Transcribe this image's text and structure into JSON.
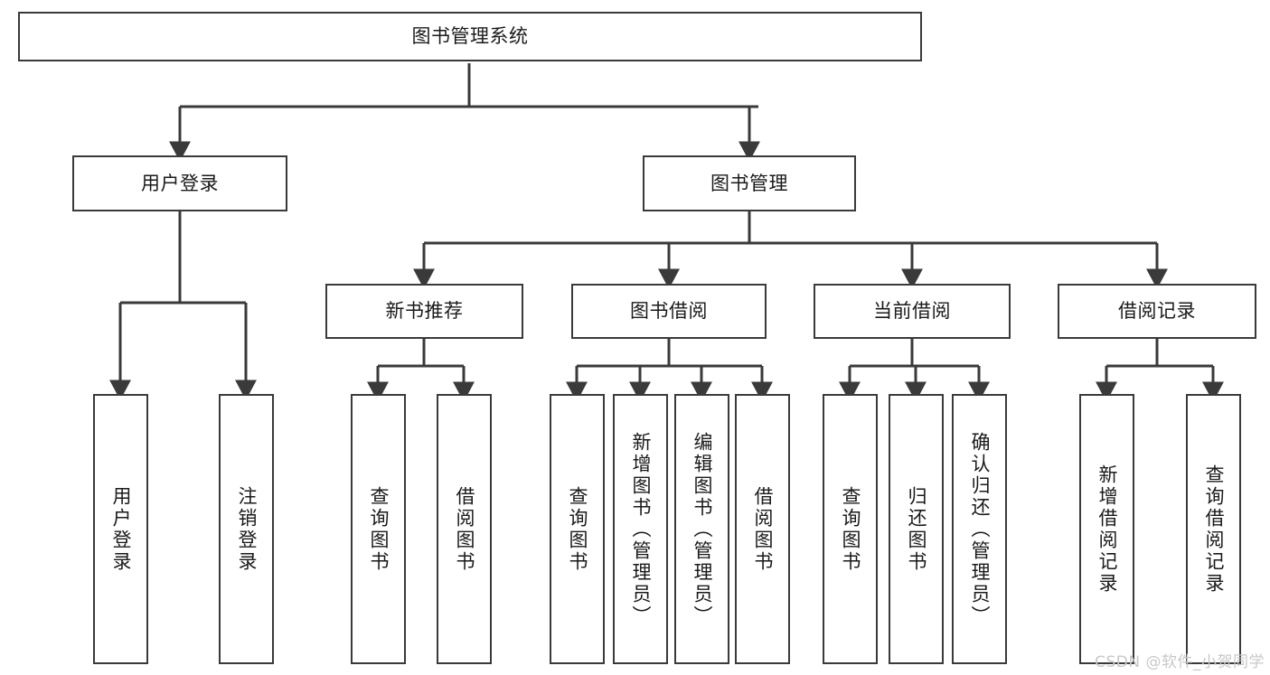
{
  "diagram": {
    "title": "图书管理系统",
    "watermark": "CSDN @软件_小贺同学",
    "colors": {
      "stroke": "#3a3a3a",
      "text": "#1a1a1a",
      "background": "#ffffff",
      "watermark": "#c8c8c8"
    },
    "nodes": {
      "root": {
        "label": "图书管理系统"
      },
      "level1": [
        {
          "label": "用户登录"
        },
        {
          "label": "图书管理"
        }
      ],
      "level2": [
        {
          "label": "新书推荐"
        },
        {
          "label": "图书借阅"
        },
        {
          "label": "当前借阅"
        },
        {
          "label": "借阅记录"
        }
      ],
      "leaves_user_login": [
        {
          "label": "用户登录"
        },
        {
          "label": "注销登录"
        }
      ],
      "leaves_new_book": [
        {
          "label": "查询图书"
        },
        {
          "label": "借阅图书"
        }
      ],
      "leaves_borrow": [
        {
          "label": "查询图书"
        },
        {
          "label": "新增图书（管理员）"
        },
        {
          "label": "编辑图书（管理员）"
        },
        {
          "label": "借阅图书"
        }
      ],
      "leaves_current": [
        {
          "label": "查询图书"
        },
        {
          "label": "归还图书"
        },
        {
          "label": "确认归还（管理员）"
        }
      ],
      "leaves_records": [
        {
          "label": "新增借阅记录"
        },
        {
          "label": "查询借阅记录"
        }
      ]
    }
  }
}
